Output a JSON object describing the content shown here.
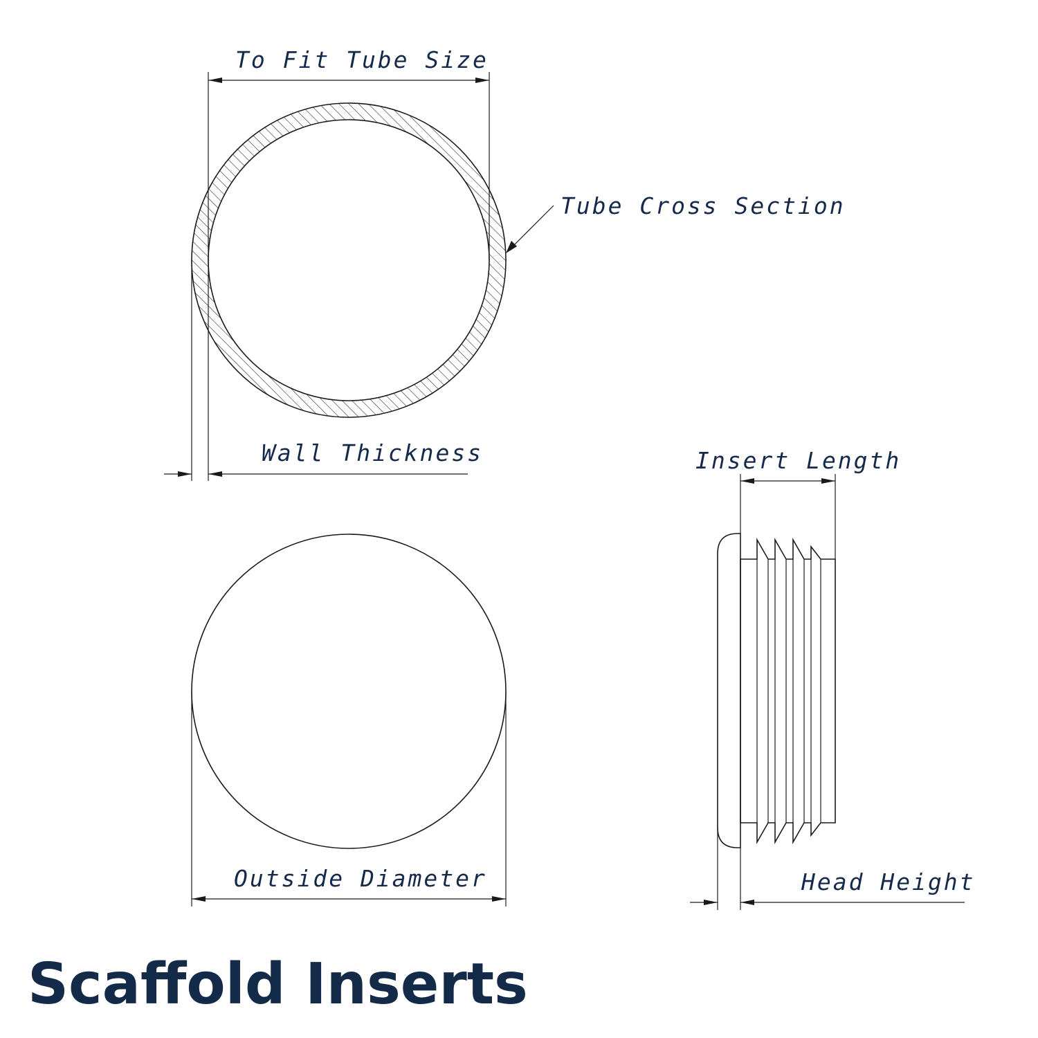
{
  "labels": {
    "tube_size": "To Fit Tube Size",
    "tube_cross_section": "Tube Cross Section",
    "wall_thickness": "Wall Thickness",
    "insert_length": "Insert Length",
    "outside_diameter": "Outside Diameter",
    "head_height": "Head Height"
  },
  "title": "Scaffold Inserts",
  "colors": {
    "text": "#15294a",
    "title": "#142a49",
    "line": "#1a1a1a"
  }
}
